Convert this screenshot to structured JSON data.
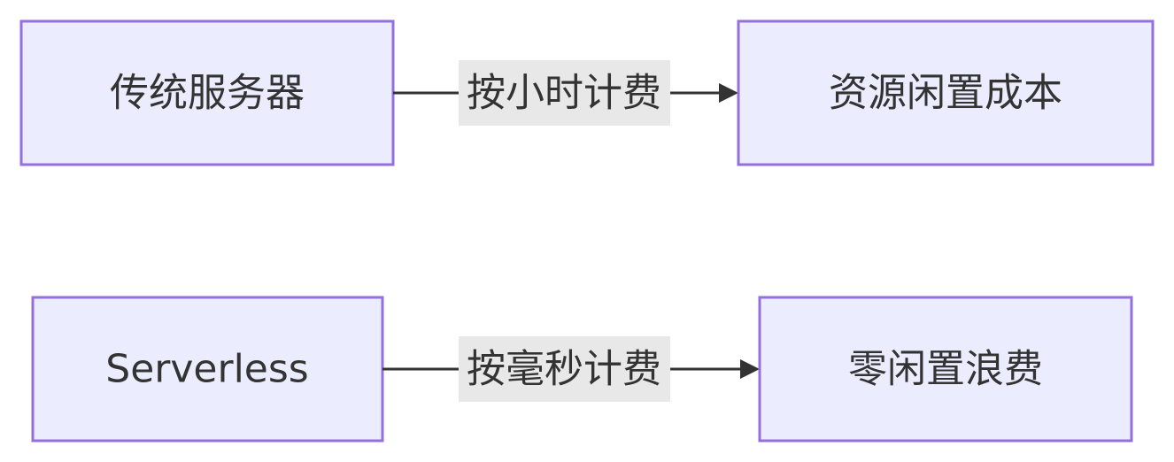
{
  "colors": {
    "node_fill": "#ECECFF",
    "node_stroke": "#9370DB",
    "edge": "#333333",
    "label_bg": "#E8E8E8",
    "text": "#333333"
  },
  "rows": [
    {
      "source": "传统服务器",
      "edge_label": "按小时计费",
      "target": "资源闲置成本"
    },
    {
      "source": "Serverless",
      "edge_label": "按毫秒计费",
      "target": "零闲置浪费"
    }
  ]
}
